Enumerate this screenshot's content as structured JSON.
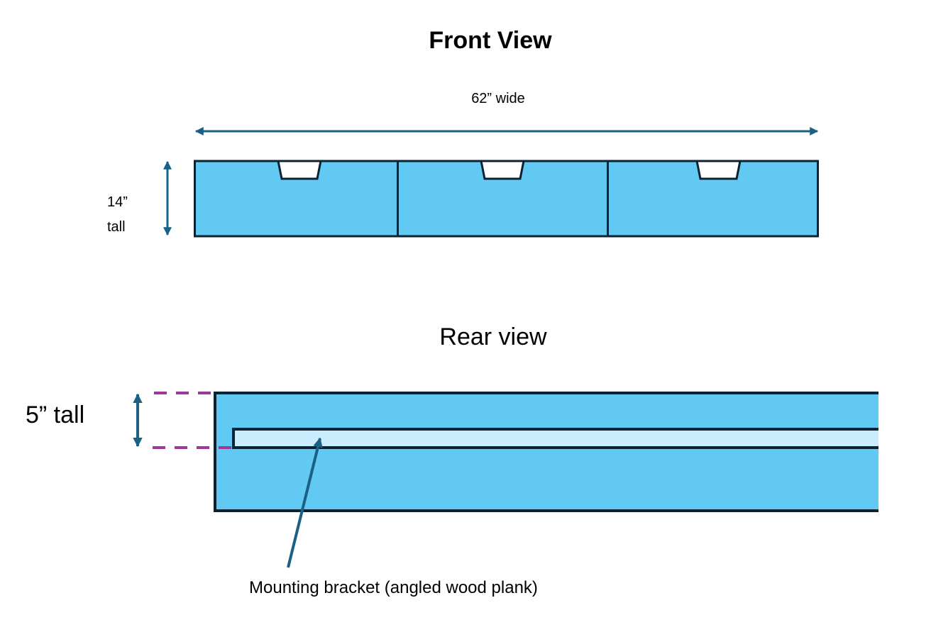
{
  "front_view": {
    "title": "Front View",
    "width_label": "62” wide",
    "height_label_line1": "14”",
    "height_label_line2": "tall",
    "panel_count": 3,
    "handle_count": 3
  },
  "rear_view": {
    "title": "Rear view",
    "height_label": "5” tall",
    "bracket_label": "Mounting bracket (angled wood plank)"
  },
  "colors": {
    "panel_fill": "#61c9f2",
    "bracket_fill": "#c9edfc",
    "outline": "#0b2233",
    "arrow": "#1a6185",
    "dash": "#a0379b",
    "handle_fill": "#ffffff"
  }
}
